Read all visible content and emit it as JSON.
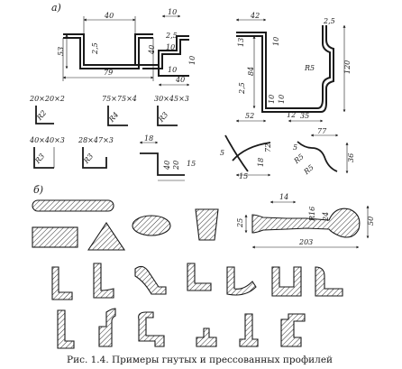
{
  "sections": {
    "a": "а)",
    "b": "б)"
  },
  "caption": "Рис. 1.4. Примеры гнутых и прессованных профилей",
  "dims": {
    "p1": [
      "40",
      "53",
      "2,5",
      "79"
    ],
    "p2": [
      "10",
      "2,5",
      "40",
      "10",
      "10",
      "10",
      "40"
    ],
    "p3": [
      "42",
      "10",
      "2,5",
      "13",
      "84",
      "2,5",
      "R5",
      "120",
      "10",
      "10",
      "12",
      "52",
      "35"
    ],
    "angles": [
      "20×20×2",
      "75×75×4",
      "30×45×3",
      "40×40×3",
      "28×47×3"
    ],
    "radii": [
      "R2",
      "R4",
      "R3",
      "R3",
      "R3"
    ],
    "z": [
      "18",
      "15",
      "40",
      "20"
    ],
    "t": [
      "5",
      "72",
      "15",
      "18"
    ],
    "v": [
      "77",
      "5",
      "R5",
      "R5",
      "36"
    ],
    "bar": [
      "14",
      "25",
      "R16",
      "24",
      "50",
      "203"
    ]
  }
}
